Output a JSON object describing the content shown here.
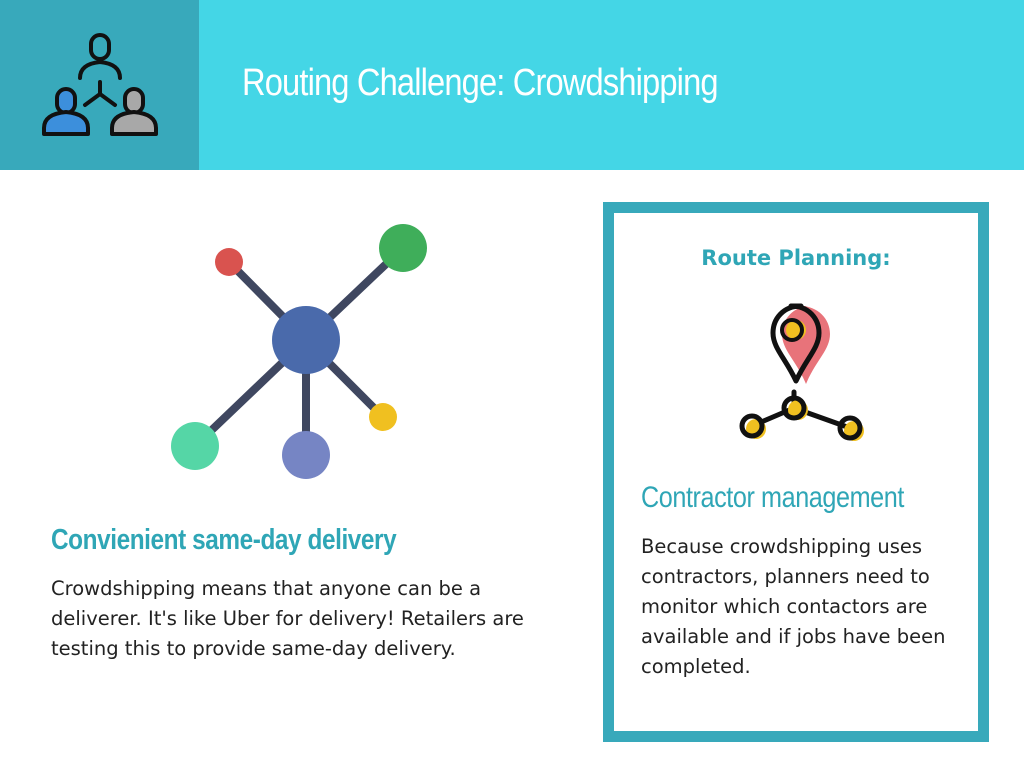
{
  "header": {
    "title": "Routing Challenge: Crowdshipping",
    "icon": "team-hierarchy-icon",
    "background_color": "#44d6e6",
    "icon_box_color": "#38a9bb"
  },
  "left_section": {
    "graphic": "network-nodes-icon",
    "heading": "Convienient same-day delivery",
    "body": "Crowdshipping means that anyone can be a deliverer. It's like Uber for delivery! Retailers are testing this to provide same-day delivery."
  },
  "right_card": {
    "label": "Route Planning:",
    "graphic": "map-pin-route-icon",
    "heading": "Contractor management",
    "body": "Because crowdshipping uses contractors, planners need to monitor which contactors are available and if jobs have been completed.",
    "border_color": "#38a9bb"
  },
  "colors": {
    "accent_teal": "#2fa6b6",
    "node_center": "#4a6aab",
    "node_red": "#d9534f",
    "node_green": "#3fae5a",
    "node_mint": "#55d6a6",
    "node_lavender": "#7685c4",
    "node_yellow": "#f0c020",
    "edge": "#3f4760"
  }
}
